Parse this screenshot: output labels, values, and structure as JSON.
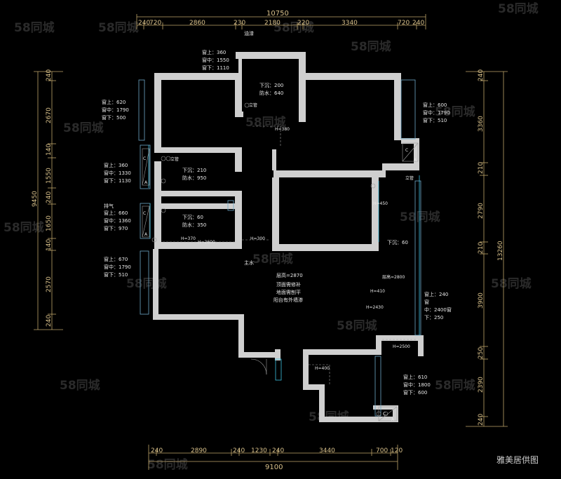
{
  "dimensions": {
    "top_total": "10750",
    "top_segments": [
      "240",
      "720",
      "2860",
      "230",
      "2180",
      "220",
      "3340",
      "720",
      "240"
    ],
    "top_note": "油漆",
    "bottom_total": "9100",
    "bottom_segments": [
      "240",
      "2890",
      "240",
      "1230",
      "240",
      "3440",
      "700",
      "120"
    ],
    "left_total": "9450",
    "left_segments": [
      "240",
      "2670",
      "140",
      "1550",
      "240",
      "1650",
      "140",
      "2570",
      "240"
    ],
    "right_total": "13260",
    "right_segments": [
      "240",
      "3360",
      "210",
      "2790",
      "210",
      "3900",
      "250",
      "2390",
      "240"
    ]
  },
  "notes": {
    "w1": [
      "窗上：360",
      "窗中：1550",
      "窗下：1110"
    ],
    "w2": [
      "窗上：620",
      "窗中：1790",
      "窗下：500"
    ],
    "w3": [
      "窗上：600",
      "窗中：1790",
      "窗下：510"
    ],
    "w4": [
      "窗上：360",
      "窗中：1330",
      "窗下：1130"
    ],
    "w5": [
      "排气",
      "窗上：660",
      "窗中：1360",
      "窗下：970"
    ],
    "w6": [
      "窗上：670",
      "窗中：1790",
      "窗下：510"
    ],
    "w7": [
      "窗上：240",
      "窗",
      "中：2400窗",
      "下：250"
    ],
    "w8": [
      "窗上：610",
      "窗中：1800",
      "窗下：600"
    ],
    "room_top": [
      "下沉：200",
      "防水：640"
    ],
    "room_b1": [
      "下沉：210",
      "防水：950"
    ],
    "room_b2": [
      "下沉：60",
      "防水：350"
    ],
    "sink_right": "下沉：60",
    "hall": [
      "层高=2870",
      "顶面需修补",
      "地面需刨平",
      "阳台有外墙渗"
    ],
    "h_marks": {
      "h380": "H=380",
      "h450": "H=450",
      "h370": "H=370",
      "h2600": "H=2600",
      "h300": "H=300",
      "h2800": "层高=2800",
      "h410": "H=410",
      "h2430": "H=2430",
      "h400": "H=400",
      "h2500": "H=2500"
    },
    "main_water": "主水",
    "pipe_labels": [
      "立管",
      "立管",
      "立管"
    ]
  },
  "watermark": "58同城",
  "credit": "雅美居供图"
}
